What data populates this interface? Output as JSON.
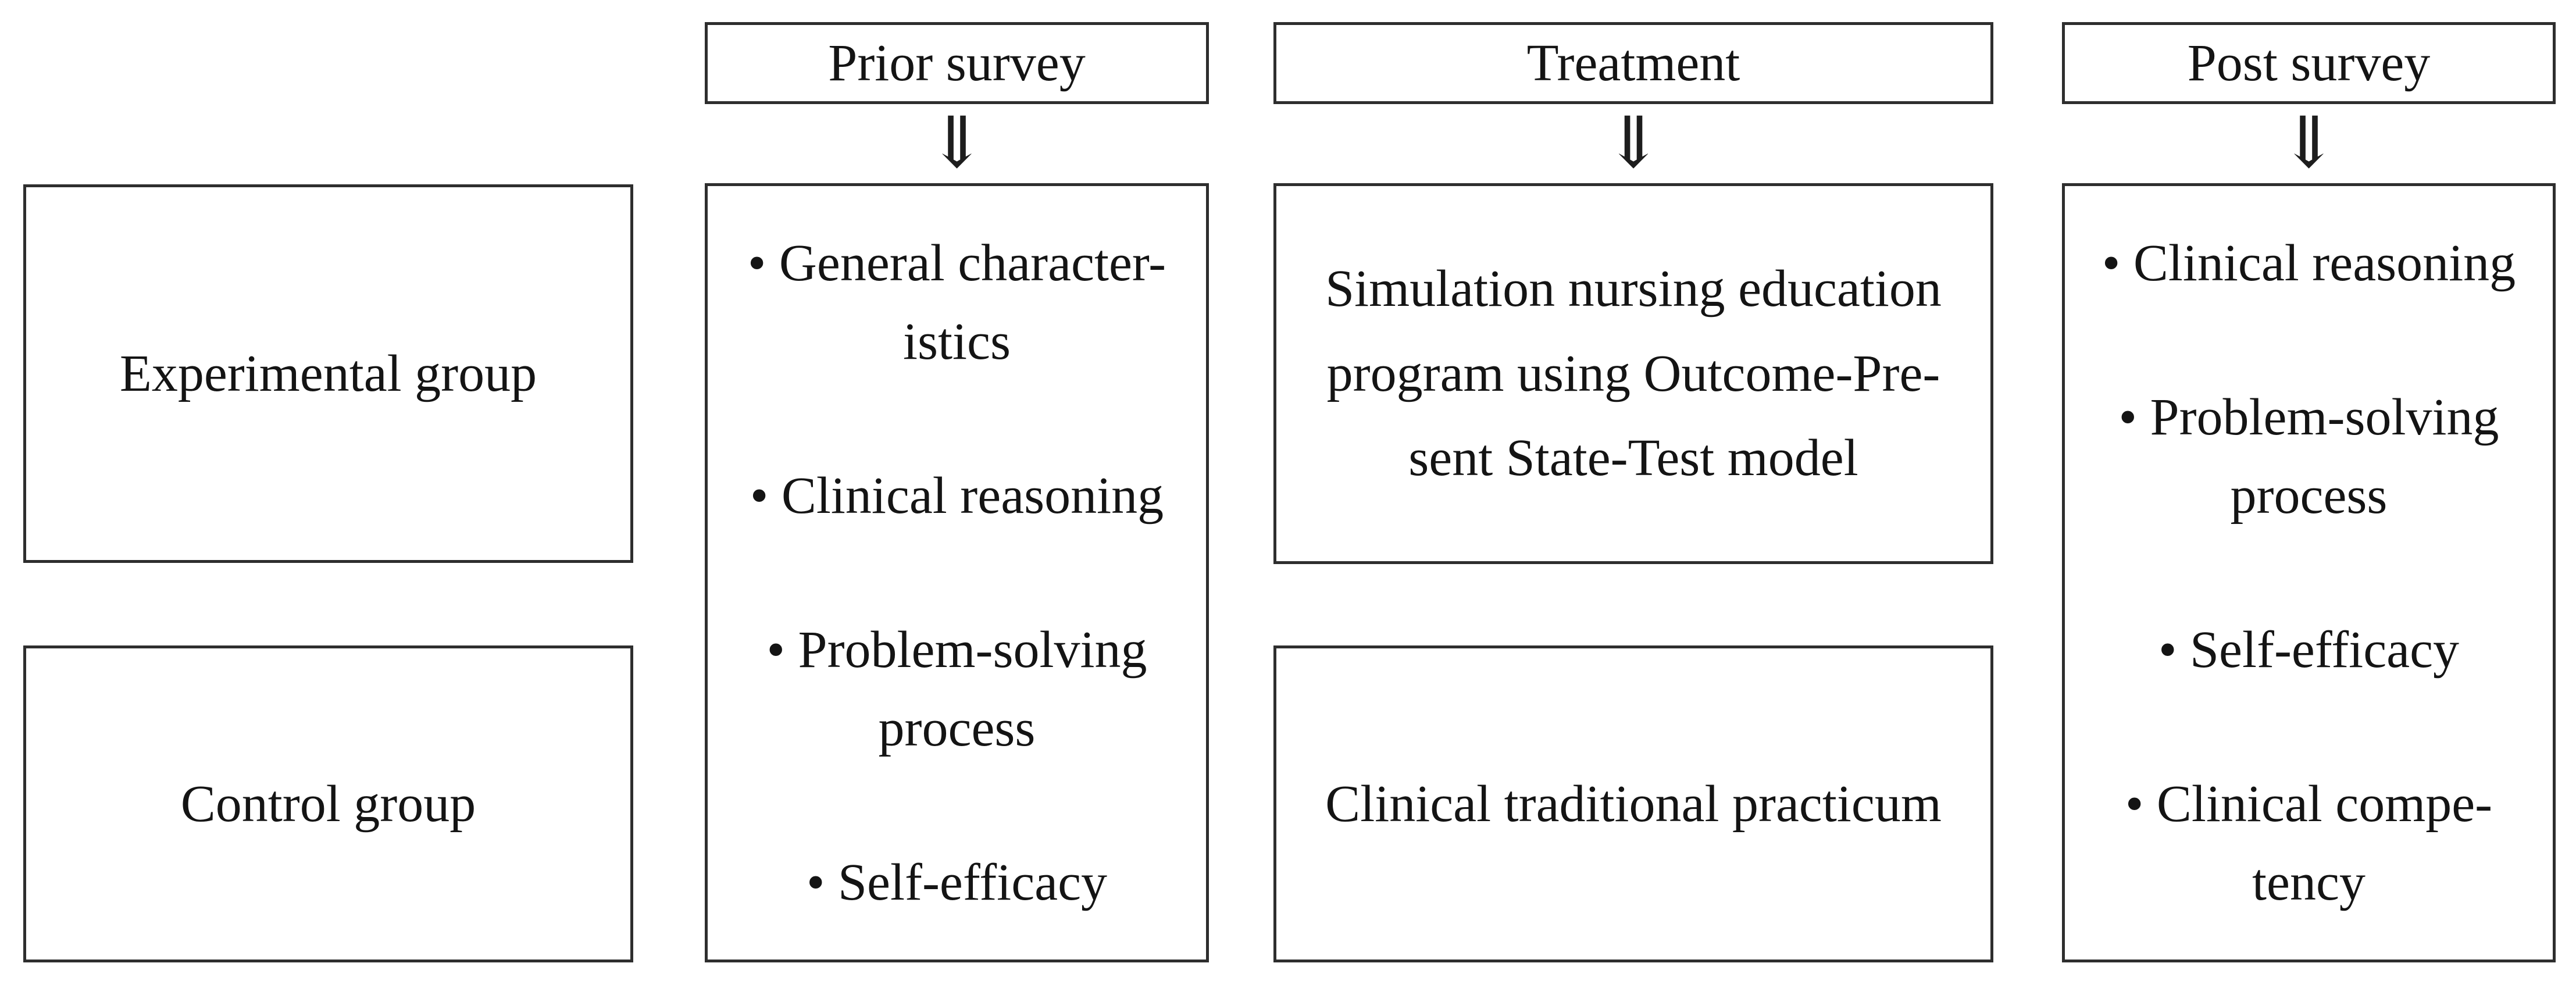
{
  "figure": {
    "headers": {
      "prior": "Prior survey",
      "treatment": "Treatment",
      "post": "Post survey"
    },
    "arrow_glyph": "⇓",
    "groups": {
      "experimental": "Experimental group",
      "control": "Control group"
    },
    "prior_box": {
      "items": [
        {
          "lines": [
            "• General character-",
            "istics"
          ]
        },
        {
          "lines": [
            "• Clinical reasoning"
          ]
        },
        {
          "lines": [
            "• Problem-solving",
            "process"
          ]
        },
        {
          "lines": [
            "• Self-efficacy"
          ]
        }
      ]
    },
    "treatment_boxes": {
      "experimental": {
        "lines": [
          "Simulation nursing education",
          "program using Outcome-Pre-",
          "sent State-Test model"
        ]
      },
      "control": {
        "lines": [
          "Clinical traditional practicum"
        ]
      }
    },
    "post_box": {
      "items": [
        {
          "lines": [
            "• Clinical reasoning"
          ]
        },
        {
          "lines": [
            "• Problem-solving",
            "process"
          ]
        },
        {
          "lines": [
            "• Self-efficacy"
          ]
        },
        {
          "lines": [
            "• Clinical compe-",
            "tency"
          ]
        }
      ]
    },
    "colors": {
      "border": "#2e2e2e",
      "text": "#141414",
      "background": "#ffffff"
    }
  }
}
